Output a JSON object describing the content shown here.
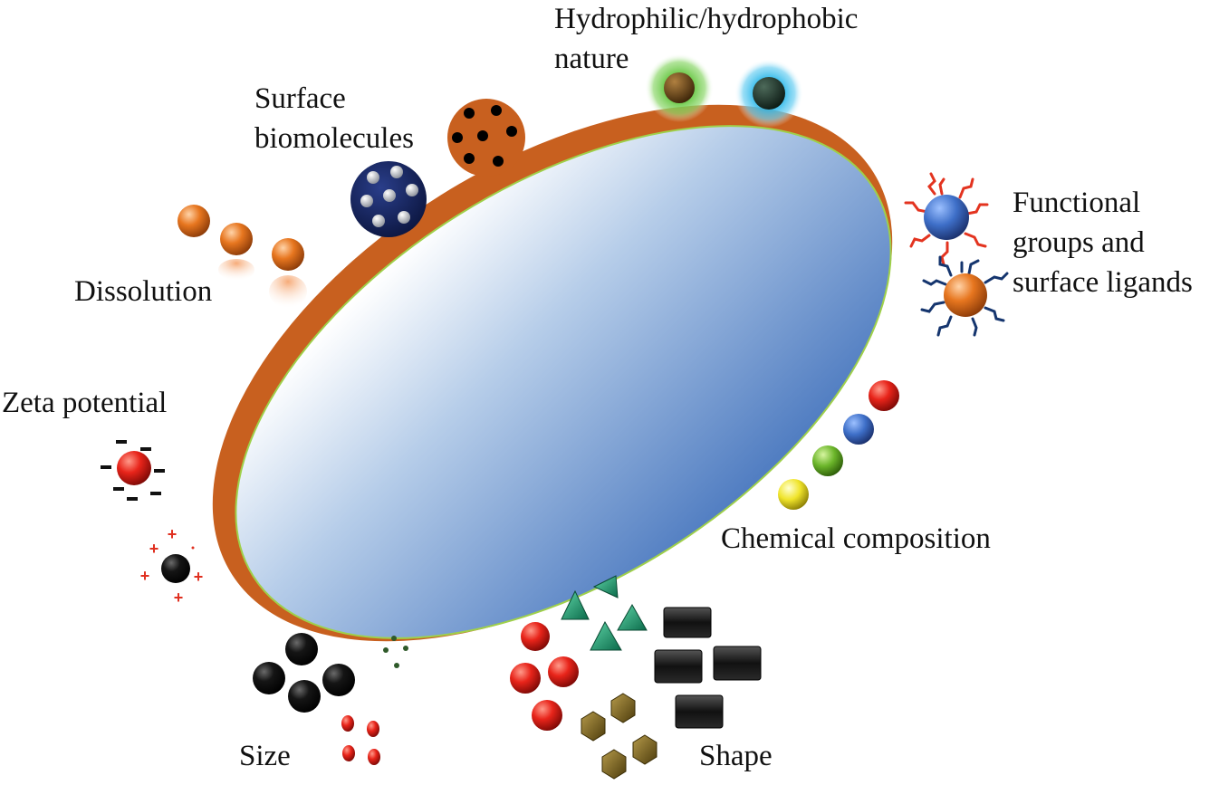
{
  "labels": {
    "hydrophilic": [
      "Hydrophilic/hydrophobic",
      "nature"
    ],
    "surface_biomolecules": [
      "Surface",
      "biomolecules"
    ],
    "functional_groups": [
      "Functional",
      "groups and",
      "surface ligands"
    ],
    "dissolution": "Dissolution",
    "zeta_potential": "Zeta potential",
    "chemical_composition": "Chemical composition",
    "size": "Size",
    "shape": "Shape"
  },
  "charges": {
    "negative": "−",
    "positive": "+"
  },
  "colors": {
    "ellipse_rim": "#c8601f",
    "ellipse_fill_light": "#ffffff",
    "ellipse_fill_dark": "#4f7cc0",
    "ellipse_outline": "#9fd04a",
    "text": "#111111"
  },
  "icons": [
    "brown-particle-green-glow-icon",
    "dark-particle-cyan-glow-icon",
    "orange-particle-with-black-dots-icon",
    "navy-particle-with-silver-dots-icon",
    "dissolving-orange-spheres-icon",
    "blue-particle-with-red-ligands-icon",
    "orange-particle-with-blue-ligands-icon",
    "negatively-charged-red-particle-icon",
    "positively-charged-black-particle-icon",
    "colored-spheres-composition-icon",
    "black-and-red-spheres-size-icon",
    "small-green-dots-icon",
    "green-triangles-shape-icon",
    "red-spheres-shape-icon",
    "olive-hexagons-shape-icon",
    "black-rectangles-shape-icon"
  ]
}
